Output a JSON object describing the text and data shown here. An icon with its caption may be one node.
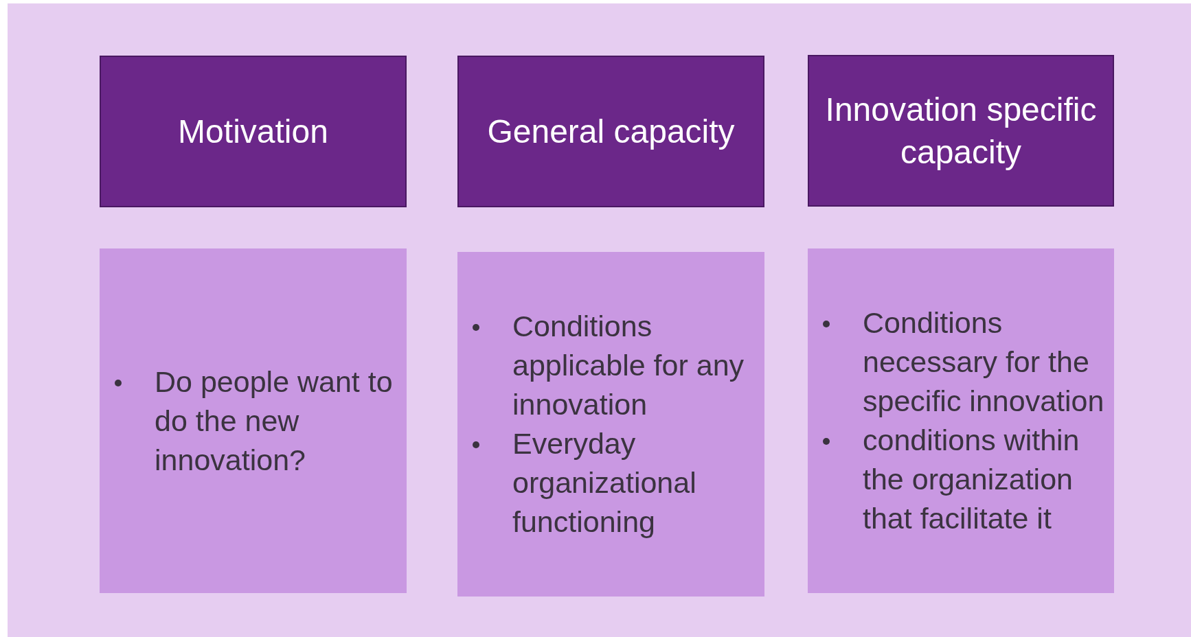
{
  "diagram": {
    "nodes": [
      {
        "text": [
          "Motivation"
        ]
      },
      {
        "text": [
          "General capacity"
        ]
      },
      {
        "text": [
          "Innovation specific capacity"
        ]
      },
      {
        "text": [
          "Do people want to do the new innovation?"
        ]
      },
      {
        "text": [
          "Conditions applicable for any innovation",
          "Everyday organizational functioning"
        ]
      },
      {
        "text": [
          "Conditions necessary for the specific innovation",
          "conditions within the organization that facilitate it"
        ]
      }
    ],
    "edges": []
  }
}
